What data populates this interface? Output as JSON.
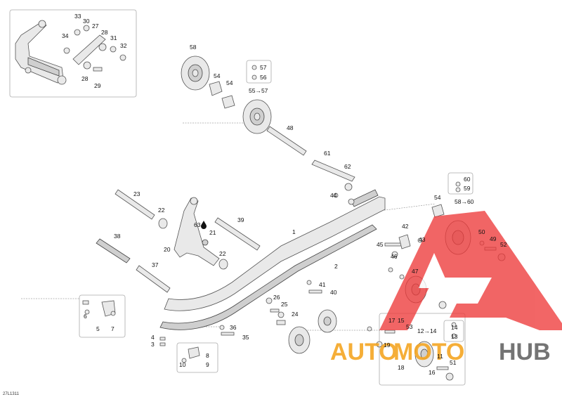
{
  "diagram": {
    "drawing_code": "27L1311",
    "watermark": {
      "part1": "AUTO",
      "part2": "MOTO",
      "part3": "HUB",
      "color_main": "#f5a623",
      "color_hub": "#666666",
      "logo_color": "#ee3b3b"
    },
    "callouts": {
      "c1": "1",
      "c2": "2",
      "c3": "3",
      "c4": "4",
      "c5": "5",
      "c6": "6",
      "c7": "7",
      "c8": "8",
      "c9": "9",
      "c10": "10",
      "c11": "11",
      "c12_14": "12→14",
      "c13": "13",
      "c14": "14",
      "c15": "15",
      "c16": "16",
      "c17": "17",
      "c18": "18",
      "c19": "19",
      "c20": "20",
      "c21": "21",
      "c22a": "22",
      "c22b": "22",
      "c23": "23",
      "c24": "24",
      "c25": "25",
      "c26": "26",
      "c27": "27",
      "c28a": "28",
      "c28b": "28",
      "c29": "29",
      "c30": "30",
      "c31": "31",
      "c32": "32",
      "c33": "33",
      "c34": "34",
      "c35": "35",
      "c36": "36",
      "c37": "37",
      "c38": "38",
      "c39": "39",
      "c40": "40",
      "c41": "41",
      "c42": "42",
      "c43": "43",
      "c44": "44",
      "c45": "45",
      "c46": "46",
      "c47": "47",
      "c48": "48",
      "c49": "49",
      "c50": "50",
      "c51": "51",
      "c52": "52",
      "c53": "53",
      "c54a": "54",
      "c54b": "54",
      "c54c": "54",
      "c55_57": "55→57",
      "c56": "56",
      "c57": "57",
      "c58": "58",
      "c58_60": "58→60",
      "c59": "59",
      "c60": "60",
      "c61": "61",
      "c62": "62",
      "c63": "63"
    }
  }
}
